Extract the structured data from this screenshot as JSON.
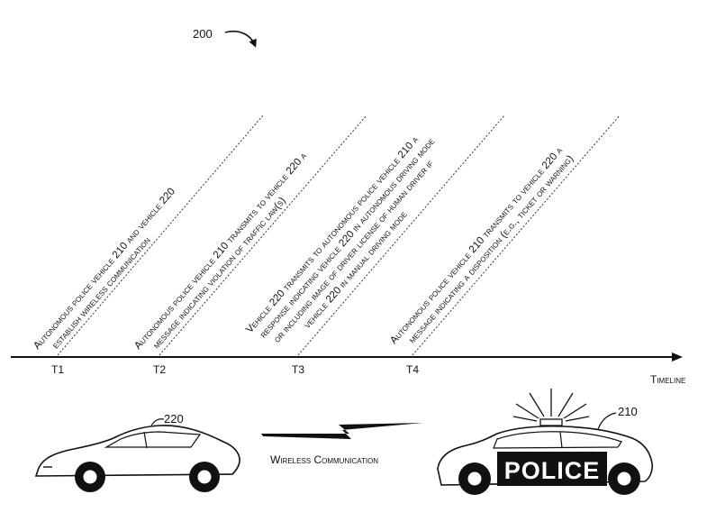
{
  "figure": {
    "ref": "200",
    "timeline_label": "Timeline"
  },
  "ticks": [
    {
      "label": "T1"
    },
    {
      "label": "T2"
    },
    {
      "label": "T3"
    },
    {
      "label": "T4"
    }
  ],
  "events": [
    {
      "lines": [
        "Autonomous police vehicle 210 and vehicle 220",
        "establish wireless communication"
      ]
    },
    {
      "lines": [
        "Autonomous police vehicle 210 transmits to vehicle 220 a",
        "message indicating violation of traffic law(s)"
      ]
    },
    {
      "lines": [
        "Vehicle 220 transmits to autonomous police vehicle 210 a",
        "response indicating vehicle 220 in autonomous driving mode",
        "or including image of driver license of human driver if",
        "vehicle 220 in manual driving mode"
      ]
    },
    {
      "lines": [
        "Autonomous police vehicle 210 transmits to vehicle 220 a",
        "message indicating a disposition (e.g., ticket or warning)"
      ]
    }
  ],
  "vehicles": {
    "civilian": {
      "ref": "220"
    },
    "police": {
      "ref": "210",
      "badge": "POLICE"
    }
  },
  "wireless_label": "Wireless Communication"
}
